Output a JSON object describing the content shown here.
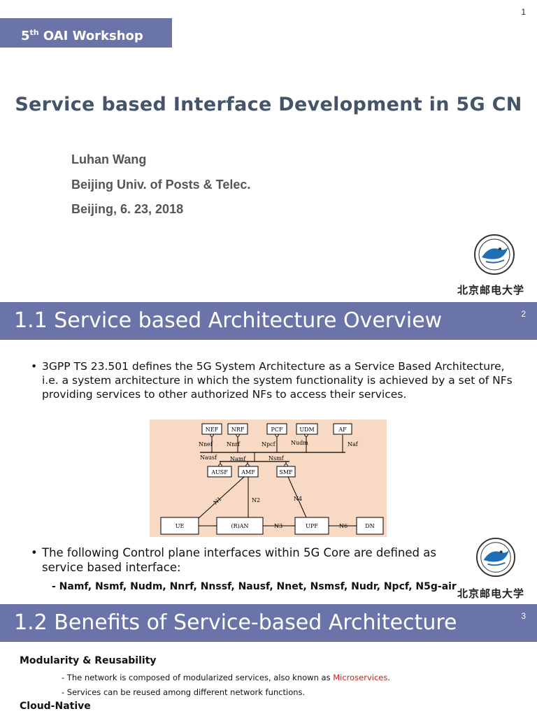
{
  "slide1": {
    "page_number": "1",
    "workshop_prefix": "5",
    "workshop_sup": "th",
    "workshop_suffix": " OAI Workshop",
    "title": "Service based Interface Development in 5G CN",
    "author": "Luhan Wang",
    "affiliation": "Beijing Univ. of Posts & Telec.",
    "date": "Beijing, 6. 23, 2018",
    "logo_text": "北京邮电大学"
  },
  "slide2": {
    "page_number": "2",
    "title": "1.1 Service based Architecture Overview",
    "bullet1": "3GPP TS 23.501 defines the 5G System Architecture as a Service Based Architecture, i.e. a system architecture in which the system functionality is achieved by a set of NFs providing services to other authorized NFs to access their services.",
    "bullet2": "The following Control plane interfaces within 5G Core are defined as service based interface:",
    "sub_bullet": "- Namf, Nsmf, Nudm, Nnrf, Nnssf, Nausf, Nnet, Nsmsf, Nudr, Npcf, N5g-air",
    "logo_text": "北京邮电大学",
    "diagram": {
      "nodes": {
        "nef": "NEF",
        "nrf": "NRF",
        "pcf": "PCF",
        "udm": "UDM",
        "af": "AF",
        "ausf": "AUSF",
        "amf": "AMF",
        "smf": "SMF",
        "ue": "UE",
        "ran": "(R)AN",
        "upf": "UPF",
        "dn": "DN"
      },
      "labels": {
        "nnef": "Nnef",
        "nnrf": "Nnrf",
        "npcf": "Npcf",
        "nudm": "Nudm",
        "naf": "Naf",
        "nausf": "Nausf",
        "namf": "Namf",
        "nsmf": "Nsmf",
        "n1": "N1",
        "n2": "N2",
        "n3": "N3",
        "n4": "N4",
        "n6": "N6"
      },
      "colors": {
        "background": "#f7d9c4"
      }
    }
  },
  "slide3": {
    "page_number": "3",
    "title": "1.2 Benefits of Service-based Architecture",
    "heading1": "Modularity & Reusability",
    "line1_prefix": "- The network is composed of modularized services, also known as ",
    "line1_highlight": "Microservices",
    "line1_suffix": ".",
    "line2": "- Services can be reused among different network functions.",
    "heading2": "Cloud-Native"
  },
  "colors": {
    "accent": "#6b74a8",
    "title_text": "#46546a",
    "highlight": "#d02020"
  }
}
